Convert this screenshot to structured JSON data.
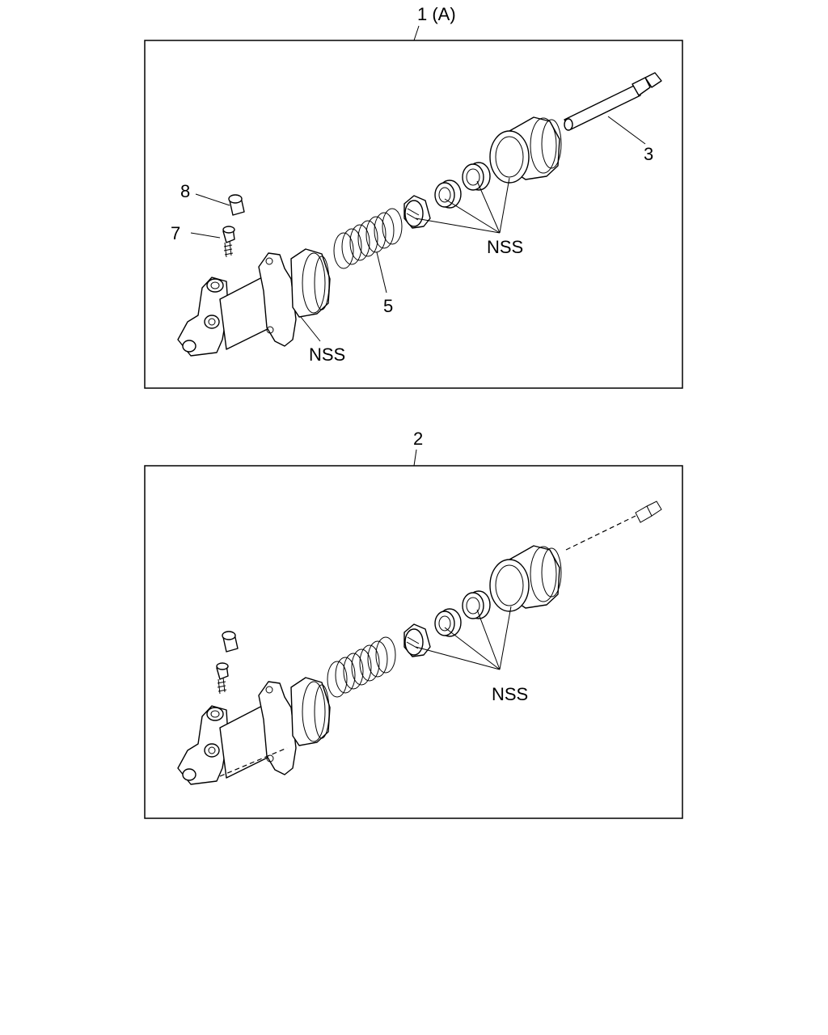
{
  "panels": [
    {
      "id": "panel-1",
      "title": "1 (A)",
      "callouts": {
        "item3": "3",
        "item5": "5",
        "item7": "7",
        "item8": "8",
        "nss_seals": "NSS",
        "nss_body": "NSS"
      }
    },
    {
      "id": "panel-2",
      "title": "2",
      "callouts": {
        "nss_seals": "NSS"
      }
    }
  ]
}
